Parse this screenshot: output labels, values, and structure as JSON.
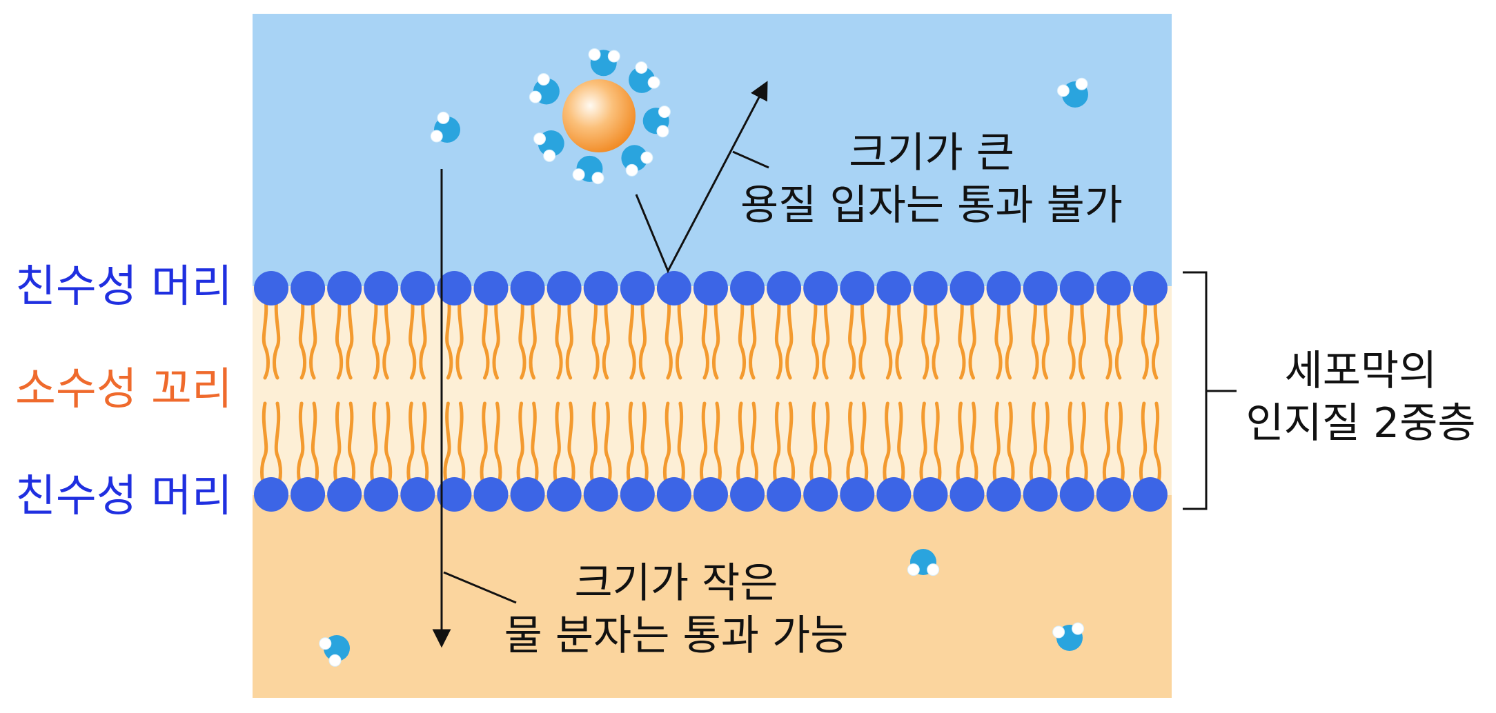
{
  "colors": {
    "water_top": "#a8d3f5",
    "membrane_core": "#fdefd6",
    "water_bottom": "#fbd59e",
    "head": "#3c65e6",
    "tail": "#f39a2f",
    "hydrophilic_label": "#1f2fe0",
    "hydrophobic_label": "#ef6a2c",
    "water_molecule": "#2aa4de",
    "solute": "#f59b3a",
    "line": "#111111"
  },
  "labels": {
    "hydrophilic_head_top": "친수성 머리",
    "hydrophobic_tail": "소수성 꼬리",
    "hydrophilic_head_bottom": "친수성 머리",
    "bilayer": [
      "세포막의",
      "인지질 2중층"
    ]
  },
  "callouts": {
    "large_solute": [
      "크기가 큰",
      "용질 입자는 통과 불가"
    ],
    "small_water": [
      "크기가 작은",
      "물 분자는 통과 가능"
    ]
  },
  "icons": [
    "water-molecule-icon",
    "solute-particle-icon",
    "phospholipid-head-icon",
    "lipid-tail-icon"
  ]
}
